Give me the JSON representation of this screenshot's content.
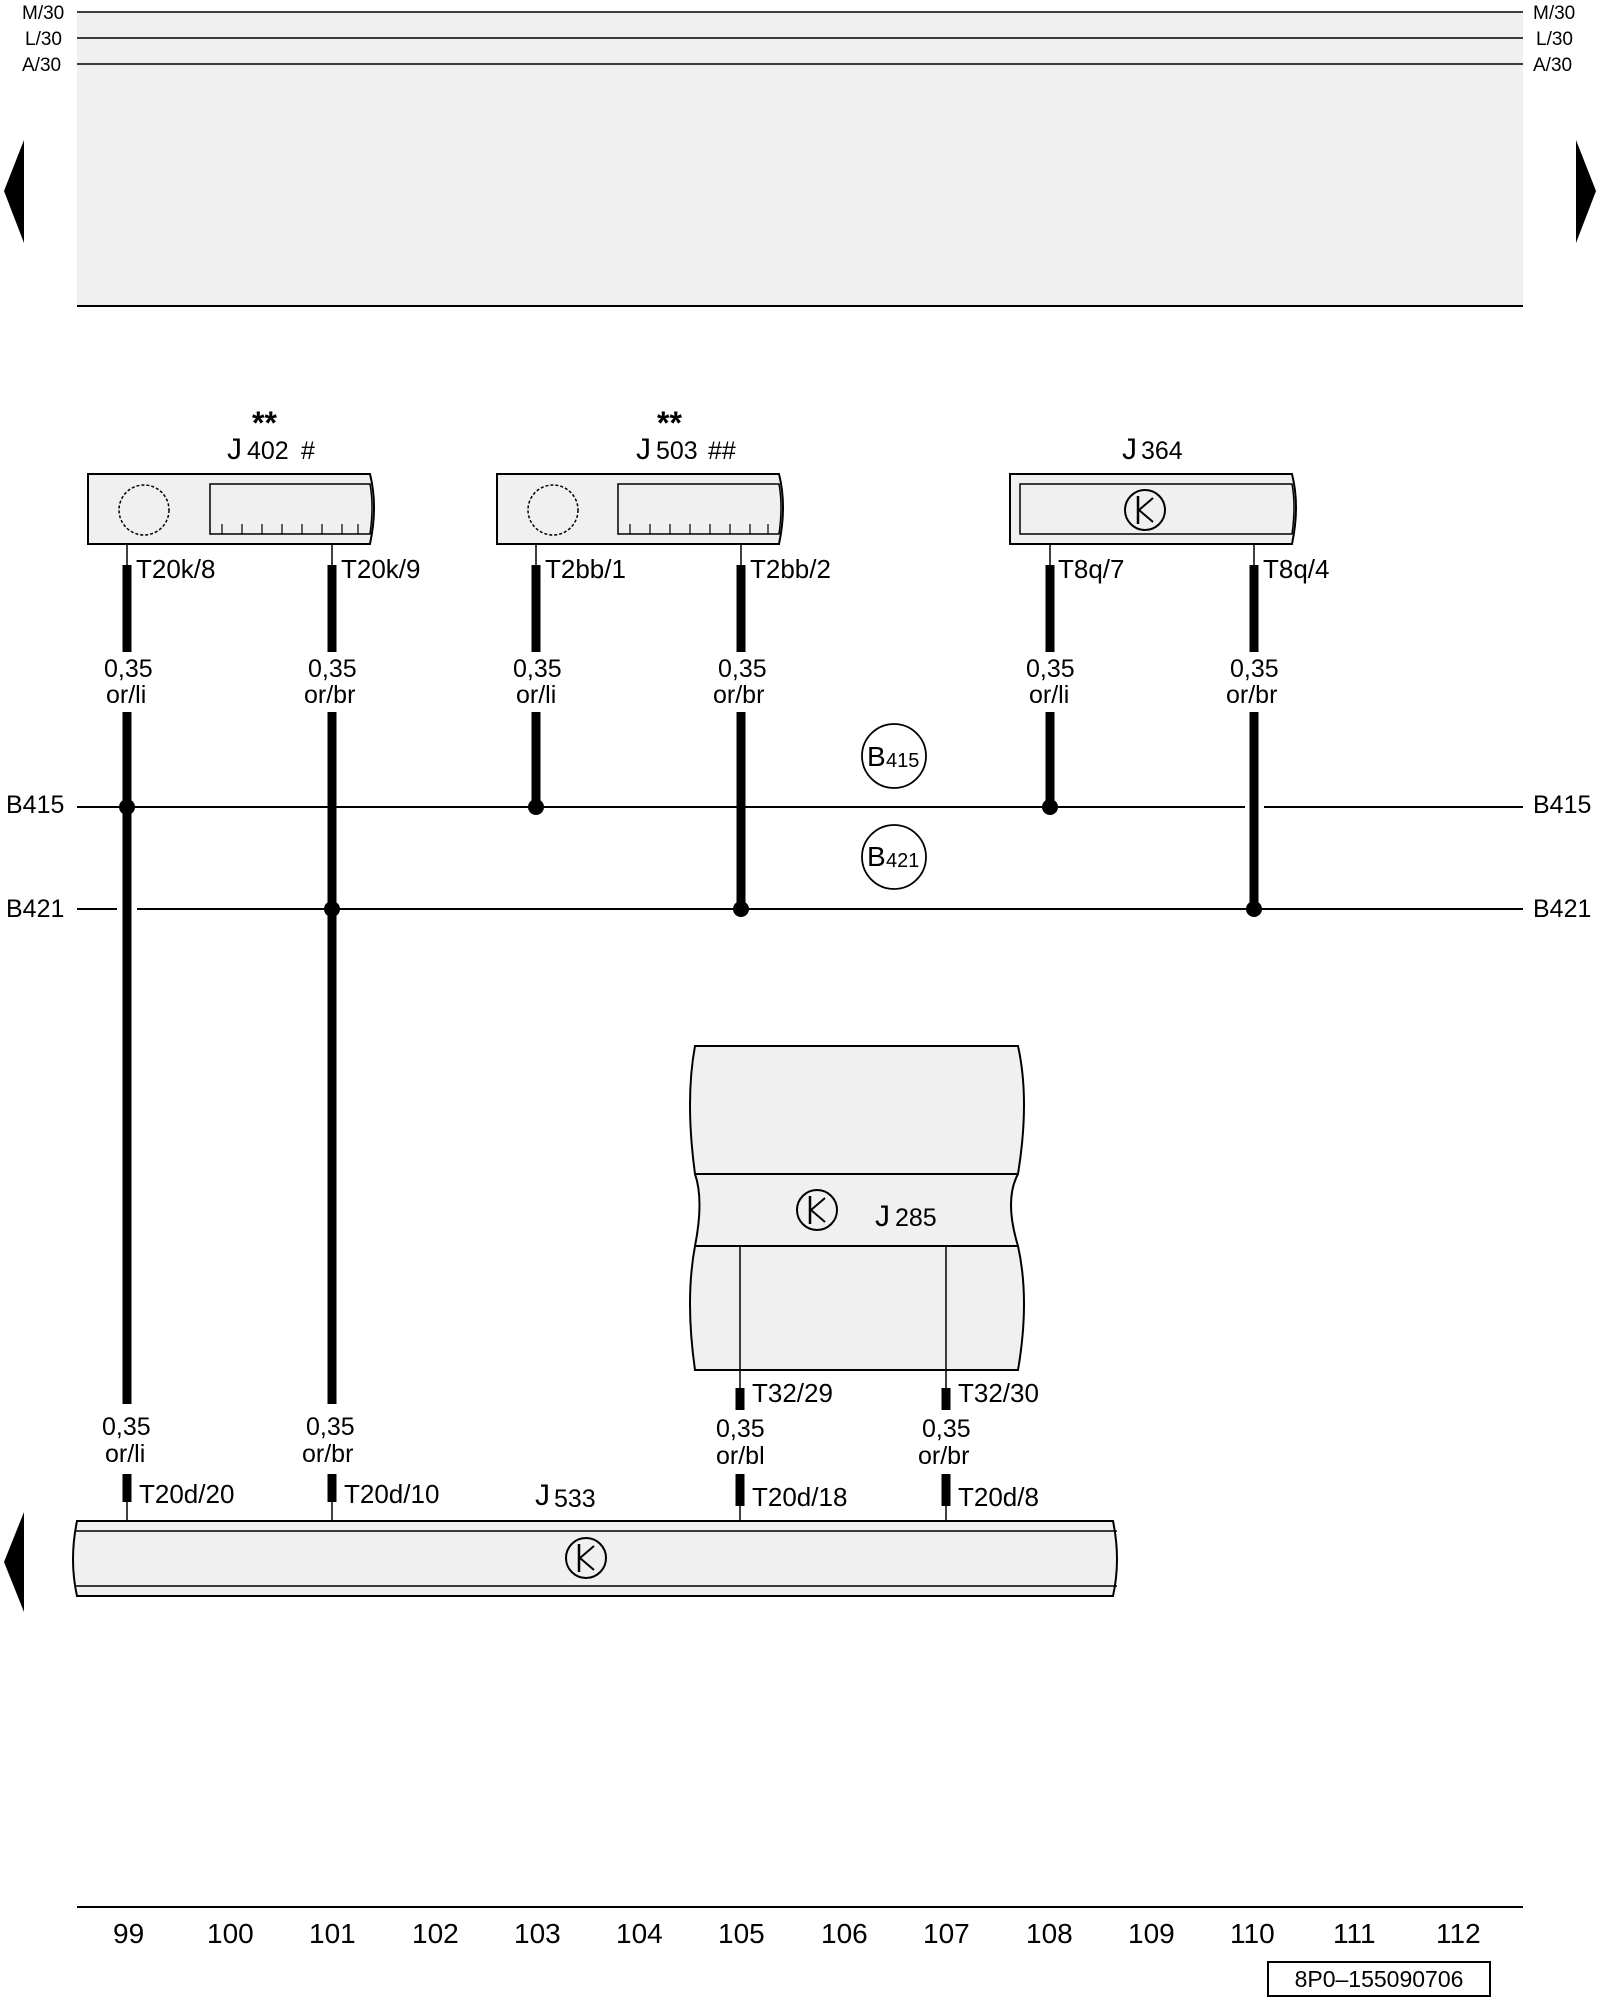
{
  "rails": [
    "M/30",
    "L/30",
    "A/30"
  ],
  "buses": [
    {
      "id": "B415",
      "label": "B415",
      "badge": "B",
      "badge_sub": "415"
    },
    {
      "id": "B421",
      "label": "B421",
      "badge": "B",
      "badge_sub": "421"
    }
  ],
  "components": {
    "j402": {
      "letter": "J",
      "number": "402",
      "suffix": "#",
      "marker": "**",
      "pins": [
        "T20k/8",
        "T20k/9"
      ]
    },
    "j503": {
      "letter": "J",
      "number": "503",
      "suffix": "##",
      "marker": "**",
      "pins": [
        "T2bb/1",
        "T2bb/2"
      ]
    },
    "j364": {
      "letter": "J",
      "number": "364",
      "pins": [
        "T8q/7",
        "T8q/4"
      ]
    },
    "j285": {
      "letter": "J",
      "number": "285",
      "pins": [
        "T32/29",
        "T32/30"
      ]
    },
    "j533": {
      "letter": "J",
      "number": "533",
      "pins": [
        "T20d/20",
        "T20d/10",
        "T20d/18",
        "T20d/8"
      ]
    }
  },
  "wires": [
    {
      "size": "0,35",
      "color": "or/li"
    },
    {
      "size": "0,35",
      "color": "or/br"
    },
    {
      "size": "0,35",
      "color": "or/li"
    },
    {
      "size": "0,35",
      "color": "or/br"
    },
    {
      "size": "0,35",
      "color": "or/li"
    },
    {
      "size": "0,35",
      "color": "or/br"
    },
    {
      "size": "0,35",
      "color": "or/li"
    },
    {
      "size": "0,35",
      "color": "or/br"
    },
    {
      "size": "0,35",
      "color": "or/bl"
    },
    {
      "size": "0,35",
      "color": "or/br"
    }
  ],
  "columns": [
    "99",
    "100",
    "101",
    "102",
    "103",
    "104",
    "105",
    "106",
    "107",
    "108",
    "109",
    "110",
    "111",
    "112"
  ],
  "reference": "8P0–155090706",
  "colors": {
    "line": "#000000",
    "component_fill": "#f0f0f0",
    "background": "#ffffff"
  }
}
